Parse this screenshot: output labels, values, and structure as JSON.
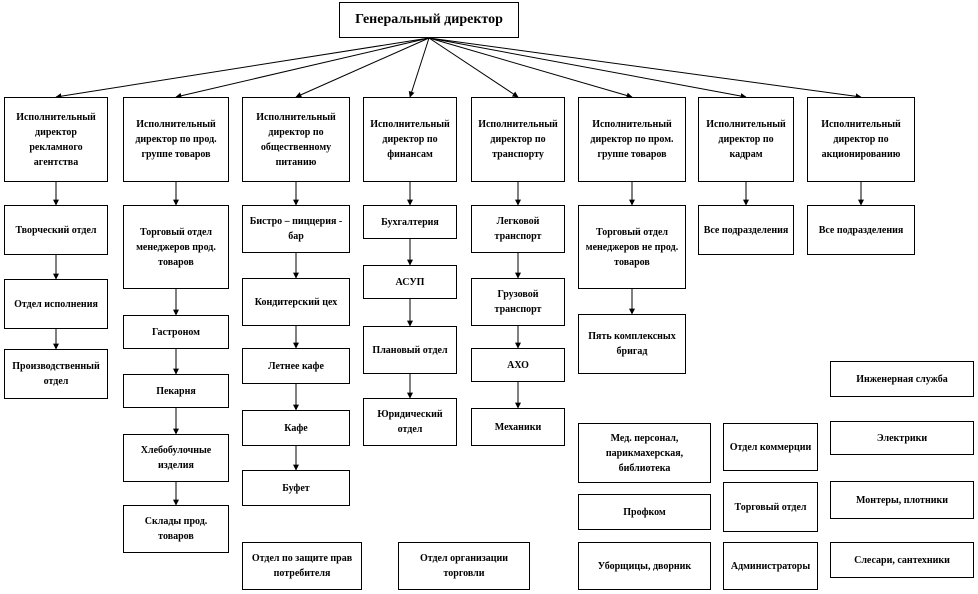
{
  "root": {
    "label": "Генеральный директор"
  },
  "directors": [
    "Исполнительный директор рекламного агентства",
    "Исполнительный директор по прод. группе товаров",
    "Исполнительный директор по общественному питанию",
    "Исполнительный директор по финансам",
    "Исполнительный директор по транспорту",
    "Исполнительный директор по пром. группе товаров",
    "Исполнительный директор по кадрам",
    "Исполнительный директор по акционированию"
  ],
  "columns": [
    [
      "Творческий отдел",
      "Отдел исполнения",
      "Производственный отдел"
    ],
    [
      "Торговый отдел менеджеров прод. товаров",
      "Гастроном",
      "Пекарня",
      "Хлебобулочные изделия",
      "Склады прод. товаров"
    ],
    [
      "Бистро – пиццерия - бар",
      "Кондитерский цех",
      "Летнее кафе",
      "Кафе",
      "Буфет"
    ],
    [
      "Бухгалтерия",
      "АСУП",
      "Плановый отдел",
      "Юридический отдел"
    ],
    [
      "Легковой транспорт",
      "Грузовой транспорт",
      "АХО",
      "Механики"
    ],
    [
      "Торговый отдел менеджеров не прод. товаров",
      "Пять комплексных бригад"
    ],
    [
      "Все подразделения"
    ],
    [
      "Все подразделения"
    ]
  ],
  "services": [
    "Инженерная служба",
    "Электрики",
    "Монтеры, плотники",
    "Слесари, сантехники",
    "Отдел коммерции",
    "Торговый отдел",
    "Администраторы",
    "Мед. персонал, парикмахерская, библиотека",
    "Профком",
    "Уборщицы, дворник",
    "Отдел по защите прав потребителя",
    "Отдел организации торговли"
  ]
}
